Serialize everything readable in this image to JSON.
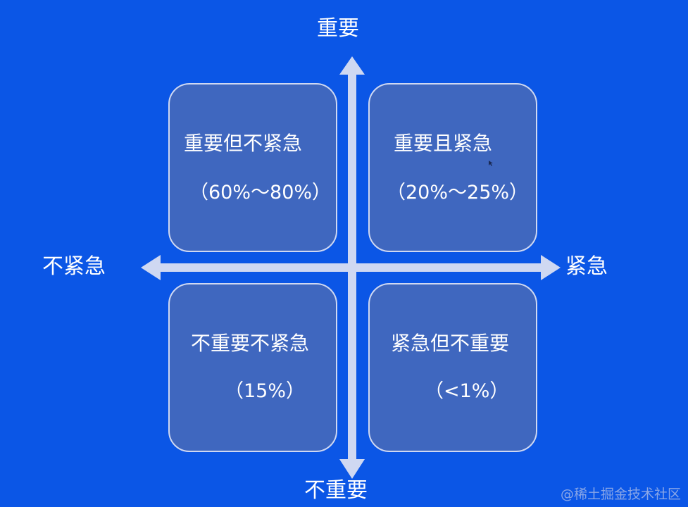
{
  "axes": {
    "top": "重要",
    "bottom": "不重要",
    "left": "不紧急",
    "right": "紧急"
  },
  "quadrants": {
    "top_left": {
      "title": "重要但不紧急",
      "percent": "（60%～80%）"
    },
    "top_right": {
      "title": "重要且紧急",
      "percent": "（20%～25%）"
    },
    "bottom_left": {
      "title": "不重要不紧急",
      "percent": "（15%）"
    },
    "bottom_right": {
      "title": "紧急但不重要",
      "percent": "（<1%）"
    }
  },
  "watermark": "@稀土掘金技术社区",
  "colors": {
    "background": "#0b56e6",
    "quadrant_fill": "#3f67bf",
    "quadrant_border": "#cfd8f2",
    "axis": "#cfd8f2",
    "text": "#ffffff"
  }
}
